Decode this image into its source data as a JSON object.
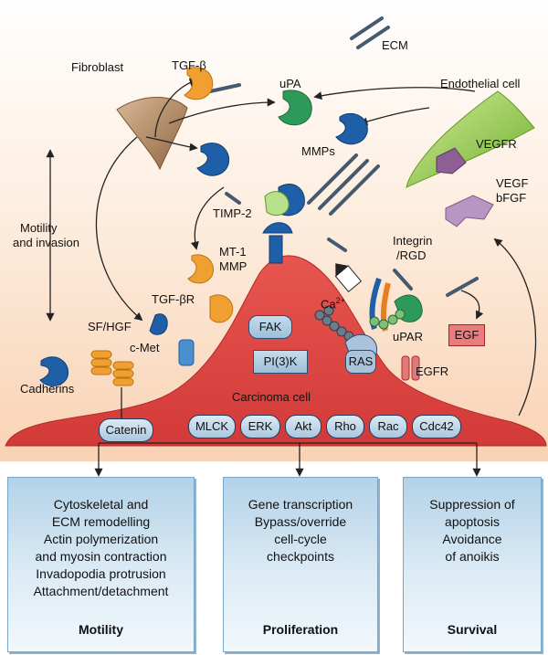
{
  "labels": {
    "ecm": "ECM",
    "fibroblast": "Fibroblast",
    "tgf_beta": "TGF-β",
    "upa": "uPA",
    "endothelial_cell": "Endothelial cell",
    "mmps": "MMPs",
    "vegfr": "VEGFR",
    "vegf": "VEGF",
    "bfgf": "bFGF",
    "timp2": "TIMP-2",
    "motility_invasion_1": "Motility",
    "motility_invasion_2": "and invasion",
    "mt1": "MT-1",
    "mmp": "MMP",
    "integrin": "Integrin",
    "rgd": "/RGD",
    "ca": "Ca",
    "ca_sup": "2+",
    "tgf_beta_r": "TGF-βR",
    "sf_hgf": "SF/HGF",
    "c_met": "c-Met",
    "fak": "FAK",
    "pi3k": "PI(3)K",
    "upar": "uPAR",
    "ras": "RAS",
    "egf": "EGF",
    "egfr": "EGFR",
    "cadherins": "Cadherins",
    "carcinoma_cell": "Carcinoma cell",
    "catenin": "Catenin"
  },
  "signals": [
    "MLCK",
    "ERK",
    "Akt",
    "Rho",
    "Rac",
    "Cdc42"
  ],
  "outcomes": [
    {
      "title": "Motility",
      "lines": [
        "Cytoskeletal and",
        "ECM remodelling",
        "Actin polymerization",
        "and myosin contraction",
        "Invadopodia protrusion",
        "Attachment/detachment"
      ]
    },
    {
      "title": "Proliferation",
      "lines": [
        "Gene transcription",
        "Bypass/override",
        "cell-cycle",
        "checkpoints"
      ]
    },
    {
      "title": "Survival",
      "lines": [
        "Suppression of",
        "apoptosis",
        "Avoidance",
        "of anoikis"
      ]
    }
  ],
  "colors": {
    "cell": "#d9403e",
    "fibroblast": "#a47a55",
    "endothelial": "#8fc43e",
    "receptor_blue": "#1f5fa8",
    "orange_ligand": "#f0a030",
    "green_protein": "#2e9a5a",
    "purple_receptor": "#8e5f95",
    "box_blue": "#a9c7de"
  }
}
